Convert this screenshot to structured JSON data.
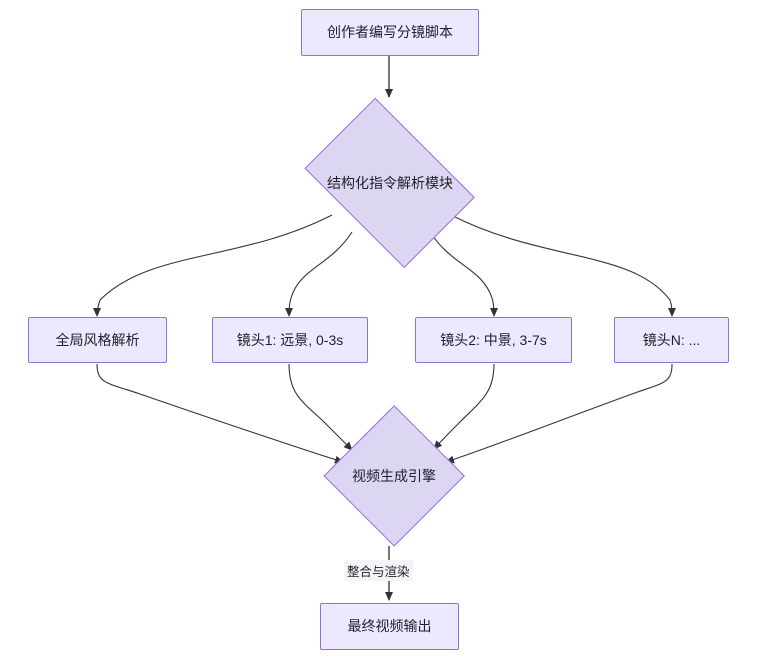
{
  "diagram": {
    "type": "flowchart",
    "direction": "top-down",
    "theme": {
      "node_fill": "#ECE8FD",
      "diamond_fill": "#DDD6F3",
      "node_border": "#9370DB",
      "edge_stroke": "#333333",
      "text_color": "#1f1f28",
      "background": "#ffffff"
    },
    "nodes": [
      {
        "id": "script",
        "shape": "rect",
        "label": "创作者编写分镜脚本"
      },
      {
        "id": "parser",
        "shape": "diamond",
        "label": "结构化指令解析模块"
      },
      {
        "id": "style",
        "shape": "rect",
        "label": "全局风格解析"
      },
      {
        "id": "shot1",
        "shape": "rect",
        "label": "镜头1: 远景, 0-3s"
      },
      {
        "id": "shot2",
        "shape": "rect",
        "label": "镜头2: 中景, 3-7s"
      },
      {
        "id": "shotN",
        "shape": "rect",
        "label": "镜头N: ..."
      },
      {
        "id": "engine",
        "shape": "diamond",
        "label": "视频生成引擎"
      },
      {
        "id": "output",
        "shape": "rect",
        "label": "最终视频输出"
      }
    ],
    "edges": [
      {
        "from": "script",
        "to": "parser",
        "label": ""
      },
      {
        "from": "parser",
        "to": "style",
        "label": ""
      },
      {
        "from": "parser",
        "to": "shot1",
        "label": ""
      },
      {
        "from": "parser",
        "to": "shot2",
        "label": ""
      },
      {
        "from": "parser",
        "to": "shotN",
        "label": ""
      },
      {
        "from": "style",
        "to": "engine",
        "label": ""
      },
      {
        "from": "shot1",
        "to": "engine",
        "label": ""
      },
      {
        "from": "shot2",
        "to": "engine",
        "label": ""
      },
      {
        "from": "shotN",
        "to": "engine",
        "label": ""
      },
      {
        "from": "engine",
        "to": "output",
        "label": "整合与渲染"
      }
    ],
    "edge_labels": {
      "engine_to_output": "整合与渲染"
    }
  }
}
